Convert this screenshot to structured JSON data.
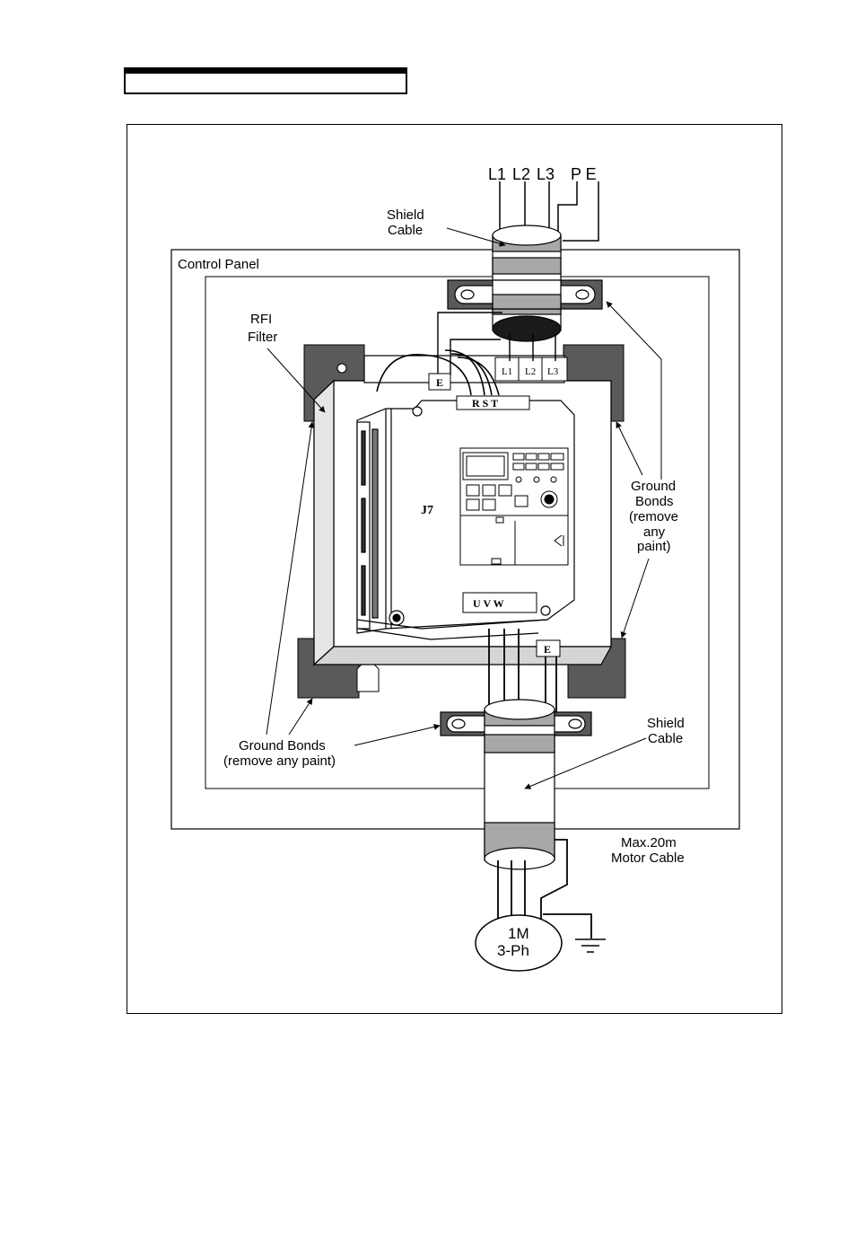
{
  "header": {
    "label": ""
  },
  "supply": {
    "l1": "L1",
    "l2": "L2",
    "l3": "L3",
    "pe": "P E"
  },
  "labels": {
    "shield_cable_top_line1": "Shield",
    "shield_cable_top_line2": "Cable",
    "control_panel": "Control Panel",
    "rfi_filter_line1": "RFI",
    "rfi_filter_line2": "Filter",
    "filter_l1": "L1",
    "filter_l2": "L2",
    "filter_l3": "L3",
    "earth_top": "E",
    "earth_bottom": "E",
    "input_terminals": "R S T",
    "output_terminals": "U V W",
    "model": "J7",
    "ground_bonds_right_line1": "Ground",
    "ground_bonds_right_line2": "Bonds",
    "ground_bonds_right_line3": "(remove",
    "ground_bonds_right_line4": "any",
    "ground_bonds_right_line5": "paint)",
    "ground_bonds_left_line1": "Ground Bonds",
    "ground_bonds_left_line2": "(remove any paint)",
    "shield_cable_bottom_line1": "Shield",
    "shield_cable_bottom_line2": "Cable",
    "motor_cable_line1": "Max.20m",
    "motor_cable_line2": "Motor Cable",
    "motor_line1": "1M",
    "motor_line2": "3-Ph"
  },
  "colors": {
    "shield_band": "#a8a8a8",
    "bracket": "#5a5a5a",
    "line": "#000000",
    "filter_face": "#e6e6e6"
  }
}
